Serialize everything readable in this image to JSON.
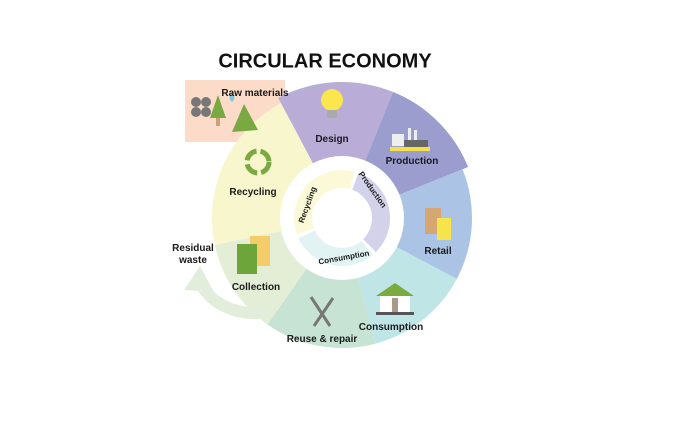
{
  "title": "CIRCULAR ECONOMY",
  "stages": [
    {
      "label": "Design",
      "icon": "lightbulb-icon",
      "color": "#b9acd7"
    },
    {
      "label": "Production",
      "icon": "factory-icon",
      "color": "#9a9dcd"
    },
    {
      "label": "Retail",
      "icon": "shopping-bags-icon",
      "color": "#abc3e4"
    },
    {
      "label": "Consumption",
      "icon": "house-icon",
      "color": "#bfe5e7"
    },
    {
      "label": "Reuse & repair",
      "icon": "tools-icon",
      "color": "#c6e3d3"
    },
    {
      "label": "Collection",
      "icon": "trash-bins-icon",
      "color": "#e4eed7"
    },
    {
      "label": "Recycling",
      "icon": "recycle-icon",
      "color": "#f8f6cd"
    }
  ],
  "raw_materials": {
    "label": "Raw materials",
    "color": "#fcdcc8"
  },
  "residual_waste": {
    "label": "Residual waste",
    "line1": "Residual",
    "line2": "waste",
    "color": "#e2eedb"
  },
  "inner_cycle": [
    {
      "label": "Production",
      "color": "#d2d2ea"
    },
    {
      "label": "Consumption",
      "color": "#e2f3f3"
    },
    {
      "label": "Recycling",
      "color": "#fbf9d8"
    }
  ]
}
